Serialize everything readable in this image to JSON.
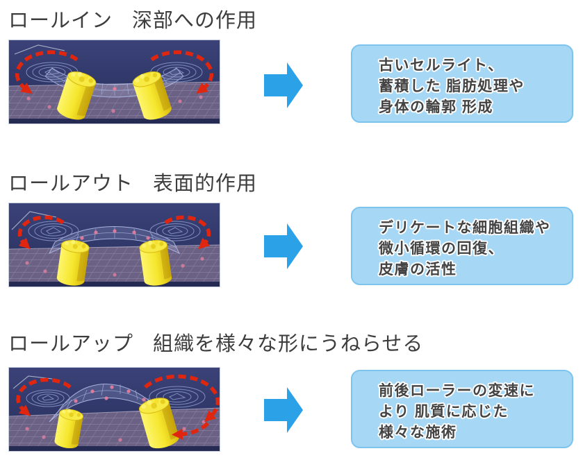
{
  "colors": {
    "arrow_blue": "#2ba1e8",
    "box_fill": "#a6d8f5",
    "box_border": "#7cc4ee",
    "heading_text": "#3d3d3d",
    "box_text": "#434343",
    "illustration_bg": "#2b3364",
    "roller_yellow": "#f5e62e",
    "rotation_arrow_red": "#e1260f"
  },
  "sections": [
    {
      "title": "ロールイン",
      "subtitle": "深部への作用",
      "illustration": "roll-in",
      "box_lines": [
        "古いセルライト、",
        "蓄積した 脂肪処理や",
        "身体の輪郭 形成"
      ]
    },
    {
      "title": "ロールアウト",
      "subtitle": "表面的作用",
      "illustration": "roll-out",
      "box_lines": [
        "デリケートな細胞組織や",
        "微小循環の回復、",
        "皮膚の活性"
      ]
    },
    {
      "title": "ロールアップ",
      "subtitle": "組織を様々な形にうねらせる",
      "illustration": "roll-up",
      "box_lines": [
        "前後ローラーの変速に",
        "より 肌質に応じた",
        "様々な施術"
      ]
    }
  ]
}
